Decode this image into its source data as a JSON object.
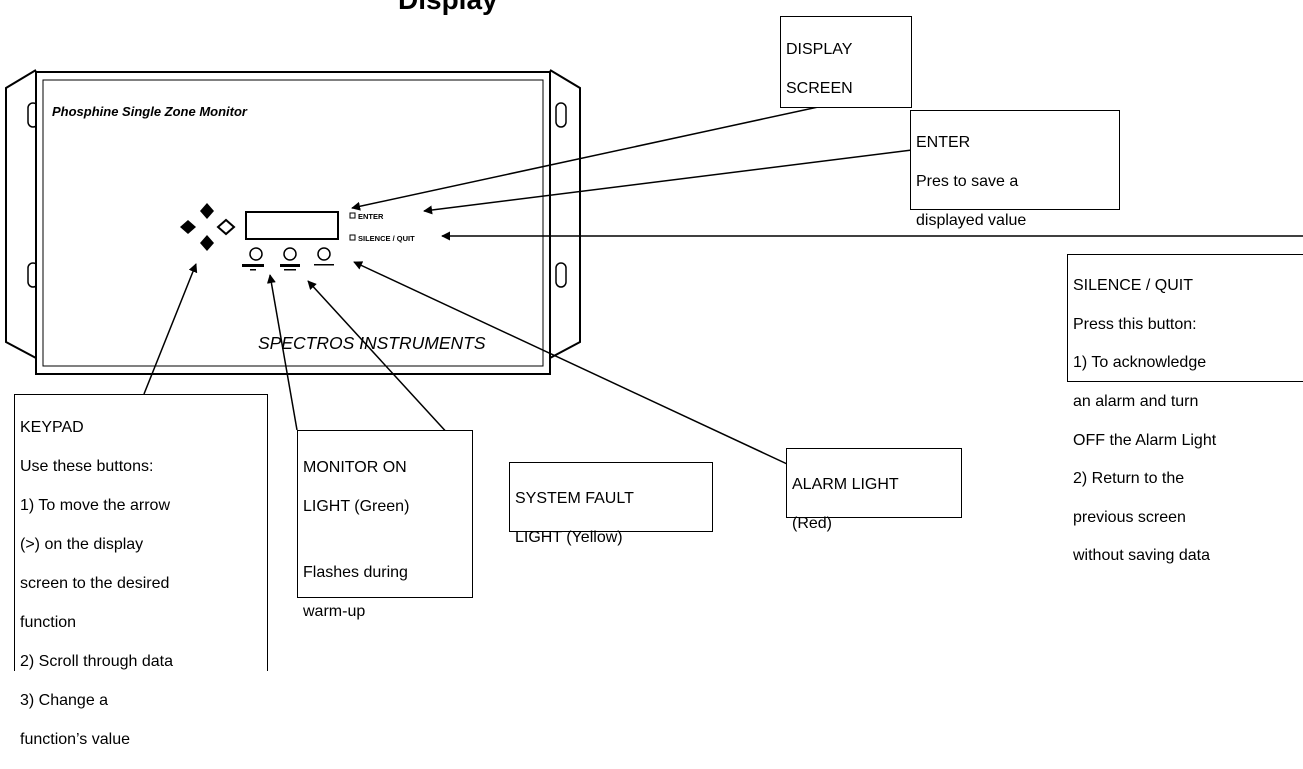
{
  "heading": {
    "visible_text": "Display"
  },
  "device": {
    "name": "Phosphine Single Zone Monitor",
    "brand": "SPECTROS INSTRUMENTS",
    "enter_label": "ENTER",
    "silence_quit_label": "SILENCE / QUIT",
    "colors": {
      "outline": "#000000",
      "background": "#ffffff"
    }
  },
  "callouts": {
    "display_screen": {
      "lines": [
        "DISPLAY",
        "SCREEN"
      ]
    },
    "enter": {
      "lines": [
        "ENTER",
        "Pres to save a",
        "displayed value"
      ]
    },
    "silence_quit": {
      "lines": [
        "SILENCE / QUIT",
        "Press this button:",
        "1) To acknowledge",
        "an alarm and turn",
        "OFF the Alarm Light",
        "2) Return to the",
        "previous screen",
        "without saving data"
      ]
    },
    "keypad": {
      "lines": [
        "KEYPAD",
        "Use these buttons:",
        "1) To move the arrow",
        "(>) on the display",
        "screen to the desired",
        "function",
        "2) Scroll through data",
        "3) Change a",
        "function’s value"
      ]
    },
    "monitor_on": {
      "lines": [
        "MONITOR ON",
        "LIGHT (Green)"
      ],
      "note_lines": [
        "Flashes during",
        "warm-up"
      ]
    },
    "system_fault": {
      "lines": [
        "SYSTEM FAULT",
        "LIGHT (Yellow)"
      ]
    },
    "alarm_light": {
      "lines": [
        "ALARM LIGHT",
        "(Red)"
      ]
    }
  }
}
